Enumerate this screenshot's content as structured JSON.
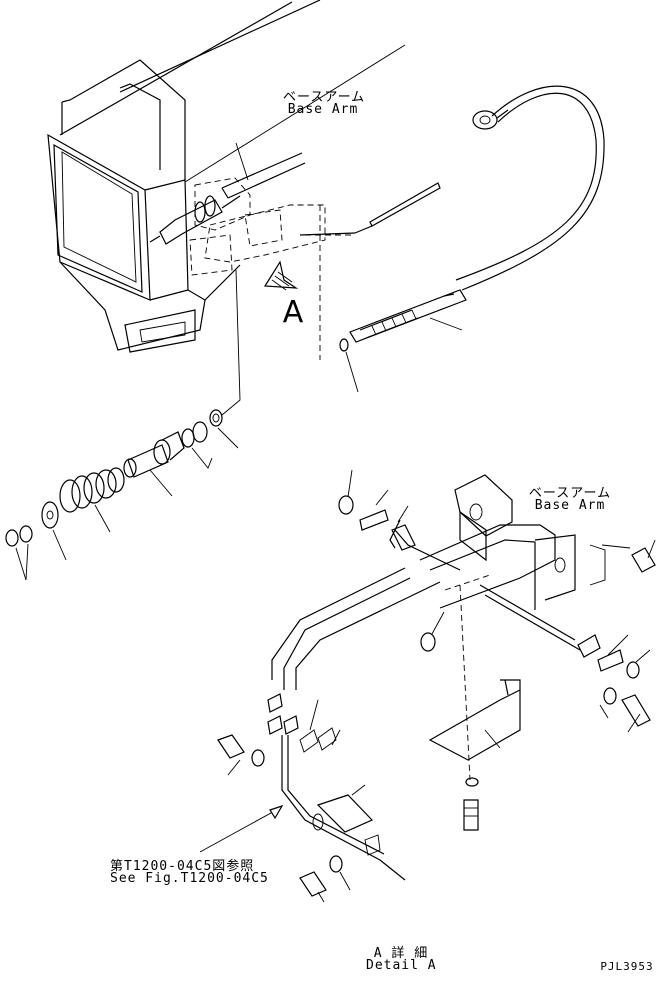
{
  "labels": {
    "base_arm_jp_top": "ベースアーム",
    "base_arm_en_top": "Base Arm",
    "view_marker": "A",
    "base_arm_jp_right": "ベースアーム",
    "base_arm_en_right": "Base Arm",
    "see_fig_jp": "第T1200-04C5図参照",
    "see_fig_en": "See Fig.T1200-04C5",
    "detail_jp": "A 詳 細",
    "detail_en": "Detail A",
    "drawing_code": "PJL3953"
  }
}
